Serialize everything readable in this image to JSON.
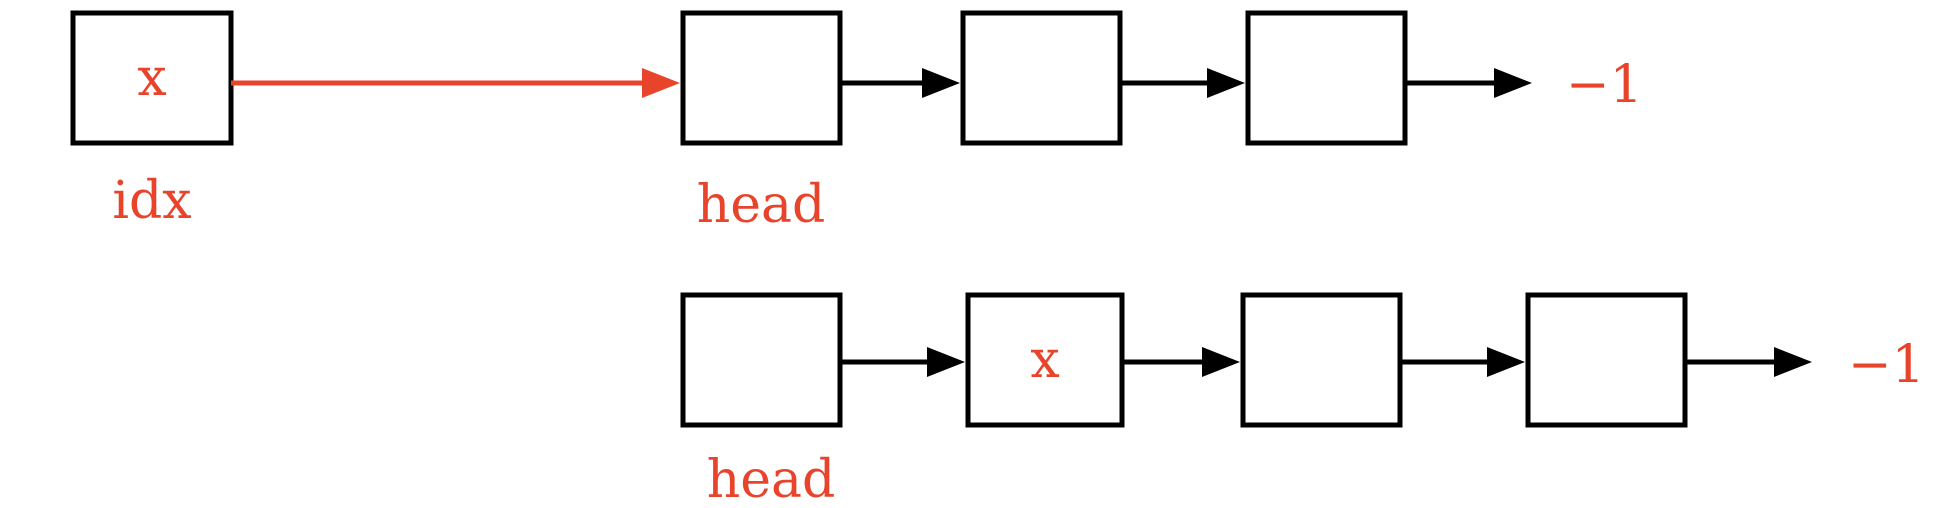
{
  "colors": {
    "accent": "#e8442c",
    "node_border": "#000000",
    "background": "#ffffff"
  },
  "before": {
    "new_node": {
      "value": "x",
      "label": "idx"
    },
    "head_label": "head",
    "nodes": [
      "",
      "",
      ""
    ],
    "null_terminator": "−1"
  },
  "after": {
    "head_label": "head",
    "nodes": [
      "",
      "x",
      "",
      ""
    ],
    "null_terminator": "−1"
  }
}
